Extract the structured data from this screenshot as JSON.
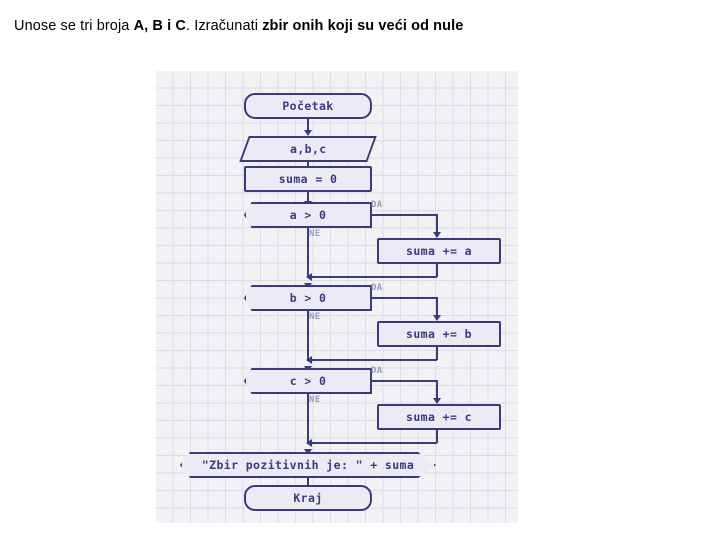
{
  "heading": {
    "prefix": "Unose se tri broja ",
    "bold1": "A, B i C",
    "middle": ". Izračunati ",
    "bold2": "zbir onih koji su veći od nule"
  },
  "diagram": {
    "type": "flowchart",
    "colors": {
      "shape_fill": "#eceaf4",
      "shape_stroke": "#3b3b7a",
      "text": "#3b3b7a",
      "label": "#9a9ab4",
      "canvas_bg": "#f1f1f6",
      "grid": "#dcdce8"
    },
    "nodes": [
      {
        "id": "start",
        "shape": "rounded",
        "text": "Početak"
      },
      {
        "id": "input",
        "shape": "parallelogram",
        "text": "a,b,c"
      },
      {
        "id": "init",
        "shape": "rect",
        "text": "suma = 0"
      },
      {
        "id": "if_a",
        "shape": "decision",
        "text": "a > 0"
      },
      {
        "id": "add_a",
        "shape": "rect",
        "text": "suma += a"
      },
      {
        "id": "if_b",
        "shape": "decision",
        "text": "b > 0"
      },
      {
        "id": "add_b",
        "shape": "rect",
        "text": "suma += b"
      },
      {
        "id": "if_c",
        "shape": "decision",
        "text": "c > 0"
      },
      {
        "id": "add_c",
        "shape": "rect",
        "text": "suma += c"
      },
      {
        "id": "output",
        "shape": "output",
        "text": "\"Zbir pozitivnih je: \" + suma"
      },
      {
        "id": "end",
        "shape": "rounded",
        "text": "Kraj"
      }
    ],
    "edge_labels": {
      "a_yes": "DA",
      "a_no": "NE",
      "b_yes": "DA",
      "b_no": "NE",
      "c_yes": "DA",
      "c_no": "NE"
    }
  }
}
